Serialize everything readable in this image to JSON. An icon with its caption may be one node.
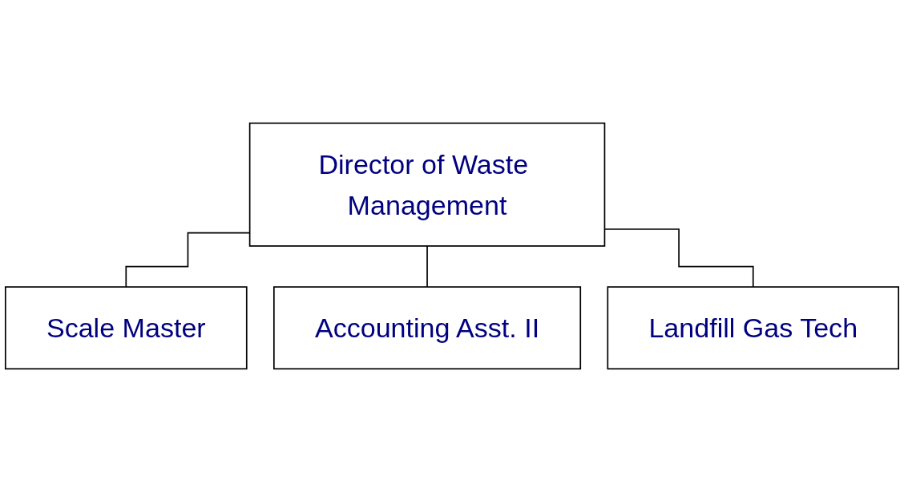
{
  "diagram": {
    "nodes": [
      {
        "text": [
          "Director of Waste Management"
        ]
      },
      {
        "text": [
          "Scale Master"
        ]
      },
      {
        "text": [
          "Accounting Asst. II"
        ]
      },
      {
        "text": [
          "Landfill Gas Tech"
        ]
      }
    ],
    "edges": [
      {
        "from": 0,
        "to": 1,
        "arrow": "none"
      },
      {
        "from": 0,
        "to": 2,
        "arrow": "none"
      },
      {
        "from": 0,
        "to": 3,
        "arrow": "none"
      }
    ]
  }
}
